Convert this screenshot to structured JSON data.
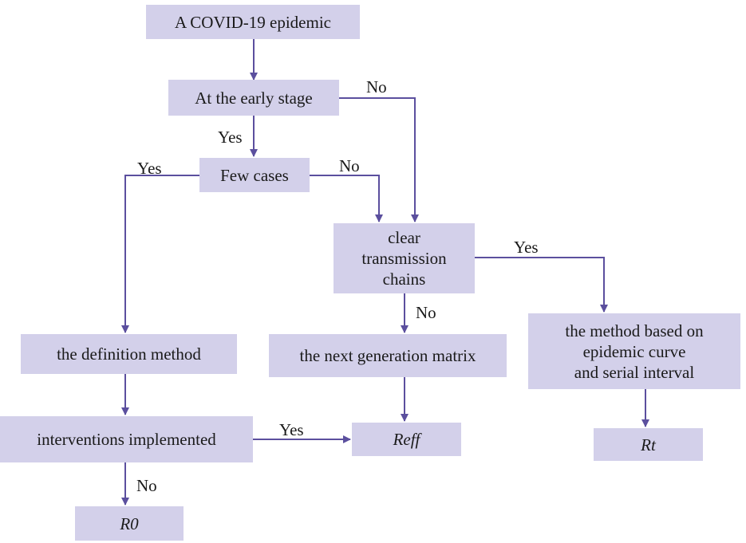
{
  "nodes": {
    "epidemic": "A COVID-19 epidemic",
    "early_stage": "At the early stage",
    "few_cases": "Few cases",
    "clear_chains": "clear\ntransmission\nchains",
    "definition_method": "the definition method",
    "next_gen_matrix": "the next generation matrix",
    "epidemic_curve_method": "the method based on\nepidemic curve\nand serial interval",
    "interventions": "interventions implemented",
    "reff": "Reff",
    "rt": "Rt",
    "r0": "R0"
  },
  "edge_labels": {
    "early_no": "No",
    "early_yes": "Yes",
    "few_yes": "Yes",
    "few_no": "No",
    "clear_yes": "Yes",
    "clear_no": "No",
    "interv_yes": "Yes",
    "interv_no": "No"
  },
  "colors": {
    "node_fill": "#d3d0ea",
    "arrow": "#5b4f9e"
  }
}
